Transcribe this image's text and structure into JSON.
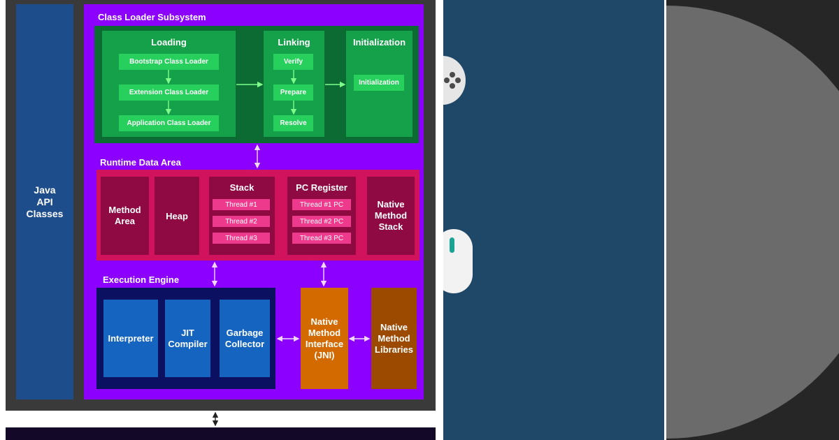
{
  "jvm": {
    "api_classes": "Java\nAPI\nClasses",
    "class_loader": {
      "title": "Class Loader Subsystem",
      "loading": {
        "title": "Loading",
        "items": [
          "Bootstrap Class Loader",
          "Extension Class Loader",
          "Application Class Loader"
        ]
      },
      "linking": {
        "title": "Linking",
        "items": [
          "Verify",
          "Prepare",
          "Resolve"
        ]
      },
      "initialization": {
        "title": "Initialization",
        "item": "Initialization"
      }
    },
    "runtime": {
      "title": "Runtime Data Area",
      "method_area": "Method\nArea",
      "heap": "Heap",
      "stack": {
        "title": "Stack",
        "items": [
          "Thread #1",
          "Thread #2",
          "Thread #3"
        ]
      },
      "pc_register": {
        "title": "PC Register",
        "items": [
          "Thread #1 PC",
          "Thread #2 PC",
          "Thread #3 PC"
        ]
      },
      "native_stack": "Native\nMethod\nStack"
    },
    "execution": {
      "title": "Execution Engine",
      "interpreter": "Interpreter",
      "jit": "JIT\nCompiler",
      "gc": "Garbage\nCollector",
      "jni": "Native\nMethod\nInterface\n(JNI)",
      "libraries": "Native\nMethod\nLibraries"
    }
  },
  "colors": {
    "frame": "#3a3a3a",
    "jvm_bg": "#8b00ff",
    "api": "#1e4d8c",
    "loader_outer": "#0c6b32",
    "loader_inner": "#15a04a",
    "runtime_outer": "#d1135e",
    "runtime_inner": "#8f0a42",
    "engine_outer": "#0b1060",
    "engine_inner": "#1565c0",
    "jni": "#d36a00",
    "libraries": "#9c4a00",
    "middle_panel": "#1f4868",
    "right_panel": "#262626",
    "disc": "#6b6b6b"
  }
}
